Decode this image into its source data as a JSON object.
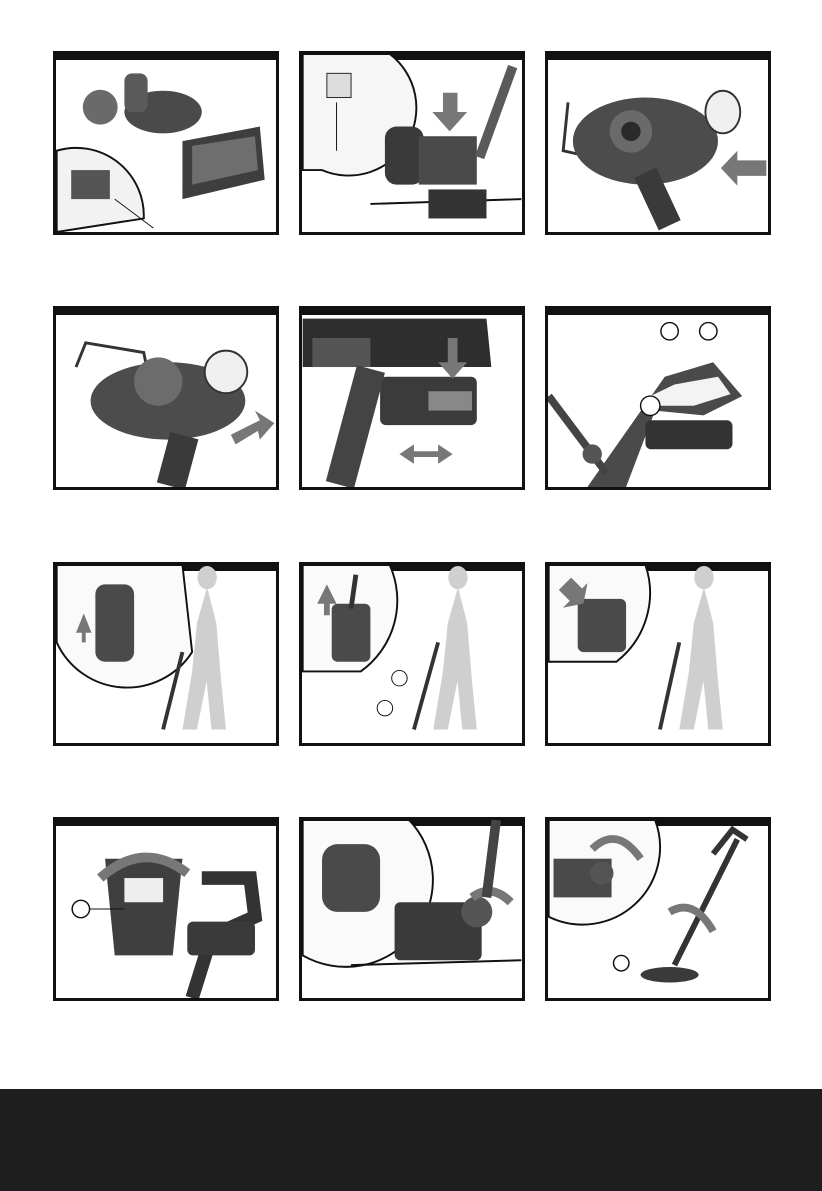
{
  "panels": [
    {
      "id": "fig-1",
      "callouts": []
    },
    {
      "id": "fig-2",
      "callouts": []
    },
    {
      "id": "fig-3",
      "callouts": []
    },
    {
      "id": "fig-4",
      "callouts": []
    },
    {
      "id": "fig-5",
      "callouts": []
    },
    {
      "id": "fig-6",
      "callouts": []
    },
    {
      "id": "fig-7",
      "callouts": []
    },
    {
      "id": "fig-8",
      "callouts": []
    },
    {
      "id": "fig-9",
      "callouts": []
    },
    {
      "id": "fig-10",
      "callouts": []
    },
    {
      "id": "fig-11",
      "callouts": []
    },
    {
      "id": "fig-12",
      "callouts": []
    }
  ],
  "colors": {
    "frame": "#111111",
    "arrow": "#777777",
    "body": "#3a3a3a",
    "silhouette": "#c8c8c8",
    "footer": "#1e1e1e"
  },
  "icons": [
    "arrow-icon",
    "person-silhouette-icon",
    "trimmer-head-icon",
    "battery-icon",
    "handle-icon"
  ]
}
